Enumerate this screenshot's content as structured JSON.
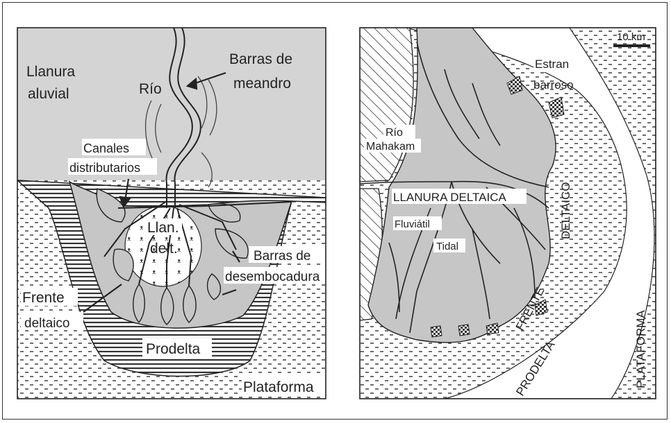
{
  "left_panel": {
    "labels": {
      "llanura_aluvial_1": "Llanura",
      "llanura_aluvial_2": "aluvial",
      "rio": "Río",
      "barras_meandro_1": "Barras de",
      "barras_meandro_2": "meandro",
      "canales_1": "Canales",
      "canales_2": "distributarios",
      "llan_delt_1": "Llan.",
      "llan_delt_2": "delt.",
      "barras_desemb_1": "Barras de",
      "barras_desemb_2": "desembocadura",
      "frente_1": "Frente",
      "frente_2": "deltaico",
      "prodelta": "Prodelta",
      "plataforma": "Plataforma"
    }
  },
  "right_panel": {
    "labels": {
      "scale": "10 km",
      "estran_1": "Estran",
      "estran_2": "barroso",
      "rio_1": "Río",
      "rio_2": "Mahakam",
      "llanura_deltaica": "LLANURA DELTAICA",
      "fluviatil": "Fluviátil",
      "tidal": "Tidal",
      "deltaico": "DELTAICO",
      "frente": "FRENTE",
      "prodelta": "PRODELTA",
      "plataforma": "PLATAFORMA"
    }
  },
  "colors": {
    "alluvial": "#d4d4d4",
    "delta_body": "#c6c6c6",
    "stipple": "#4a4a4a",
    "ink": "#222222"
  }
}
